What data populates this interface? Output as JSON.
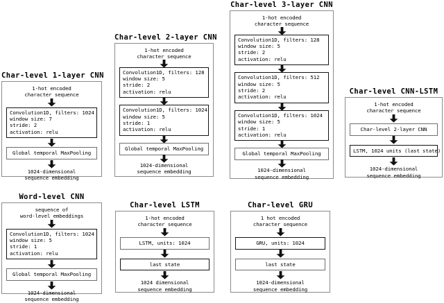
{
  "figure": {
    "background": "#ffffff",
    "panel_border_color": "#8a8a8a",
    "box_border_color": "#121212",
    "text_color": "#000000"
  },
  "panels": [
    {
      "id": "char-1-layer-cnn",
      "title": "Char-level 1-layer CNN",
      "steps": [
        {
          "kind": "plain",
          "text": "1-hot encoded\ncharacter sequence"
        },
        {
          "kind": "arrow"
        },
        {
          "kind": "box",
          "text": "Convolution1D, filters: 1024\nwindow size: 7\nstride: 2\nactivation: relu"
        },
        {
          "kind": "arrow"
        },
        {
          "kind": "box-thin",
          "text": "Global temporal MaxPooling"
        },
        {
          "kind": "arrow"
        },
        {
          "kind": "plain",
          "text": "1024-dimensional\nsequence embedding"
        }
      ]
    },
    {
      "id": "char-2-layer-cnn",
      "title": "Char-level 2-layer CNN",
      "steps": [
        {
          "kind": "plain",
          "text": "1-hot encoded\ncharacter sequence"
        },
        {
          "kind": "arrow"
        },
        {
          "kind": "box",
          "text": "Convolution1D, filters: 128\nwindow size: 5\nstride: 2\nactivation: relu"
        },
        {
          "kind": "arrow"
        },
        {
          "kind": "box",
          "text": "Convolution1D, filters: 1024\nwindow size: 5\nstride: 1\nactivation: relu"
        },
        {
          "kind": "arrow"
        },
        {
          "kind": "box-thin",
          "text": "Global temporal MaxPooling"
        },
        {
          "kind": "arrow"
        },
        {
          "kind": "plain",
          "text": "1024-dimensional\nsequence embedding"
        }
      ]
    },
    {
      "id": "char-3-layer-cnn",
      "title": "Char-level 3-layer CNN",
      "steps": [
        {
          "kind": "plain",
          "text": "1-hot encoded\ncharacter sequence"
        },
        {
          "kind": "arrow"
        },
        {
          "kind": "box",
          "text": "Convolution1D, filters: 128\nwindow size: 5\nstride: 2\nactivation: relu"
        },
        {
          "kind": "arrow"
        },
        {
          "kind": "box",
          "text": "Convolution1D, filters: 512\nwindow size: 5\nstride: 2\nactivation: relu"
        },
        {
          "kind": "arrow"
        },
        {
          "kind": "box",
          "text": "Convolution1D, filters: 1024\nwindow size: 5\nstride: 1\nactivation: relu"
        },
        {
          "kind": "arrow"
        },
        {
          "kind": "box-thin",
          "text": "Global temporal MaxPooling"
        },
        {
          "kind": "arrow"
        },
        {
          "kind": "plain",
          "text": "1024-dimensional\nsequence embedding"
        }
      ]
    },
    {
      "id": "char-cnn-lstm",
      "title": "Char-level CNN-LSTM",
      "steps": [
        {
          "kind": "plain",
          "text": "1-hot encoded\ncharacter sequence"
        },
        {
          "kind": "arrow"
        },
        {
          "kind": "box-thin",
          "text": "Char-level 2-layer CNN"
        },
        {
          "kind": "arrow"
        },
        {
          "kind": "box",
          "text": "LSTM, 1024 units (last state)"
        },
        {
          "kind": "arrow"
        },
        {
          "kind": "plain",
          "text": "1024-dimensional\nsequence embedding"
        }
      ]
    },
    {
      "id": "word-level-cnn",
      "title": "Word-level CNN",
      "steps": [
        {
          "kind": "plain",
          "text": "sequence of\nword-level embeddings"
        },
        {
          "kind": "arrow"
        },
        {
          "kind": "box",
          "text": "Convolution1D, filters: 1024\nwindow size: 5\nstride: 1\nactivation: relu"
        },
        {
          "kind": "arrow"
        },
        {
          "kind": "box-thin",
          "text": "Global temporal MaxPooling"
        },
        {
          "kind": "arrow"
        },
        {
          "kind": "plain",
          "text": "1024-dimensional\nsequence embedding"
        }
      ]
    },
    {
      "id": "char-lstm",
      "title": "Char-level LSTM",
      "steps": [
        {
          "kind": "plain",
          "text": "1-hot encoded\ncharacter sequence"
        },
        {
          "kind": "arrow"
        },
        {
          "kind": "box-thin",
          "text": "LSTM, units: 1024"
        },
        {
          "kind": "arrow"
        },
        {
          "kind": "box",
          "text": "last state"
        },
        {
          "kind": "arrow"
        },
        {
          "kind": "plain",
          "text": "1024 dimensional\nsequence embedding"
        }
      ]
    },
    {
      "id": "char-gru",
      "title": "Char-level GRU",
      "steps": [
        {
          "kind": "plain",
          "text": "1 hot encoded\ncharacter sequence"
        },
        {
          "kind": "arrow"
        },
        {
          "kind": "box",
          "text": "GRU, units: 1024"
        },
        {
          "kind": "arrow"
        },
        {
          "kind": "box-thin",
          "text": "last state"
        },
        {
          "kind": "arrow"
        },
        {
          "kind": "plain",
          "text": "1024-dimensional\nsequence embedding"
        }
      ]
    }
  ]
}
